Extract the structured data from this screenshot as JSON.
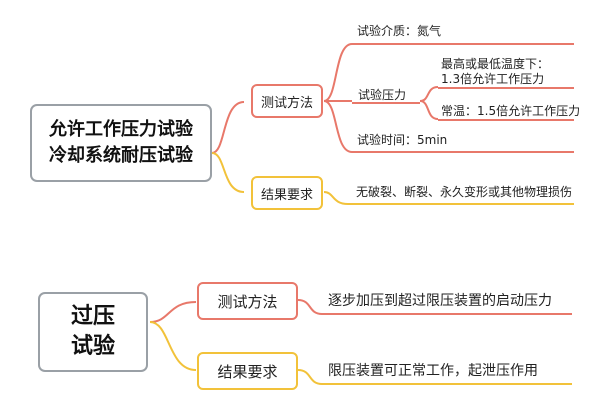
{
  "diagram1": {
    "root": {
      "line1": "允许工作压力试验",
      "line2": "冷却系统耐压试验"
    },
    "test_method": {
      "label": "测试方法",
      "medium": "试验介质：氮气",
      "pressure": {
        "label": "试验压力",
        "high_low_line1": "最高或最低温度下：",
        "high_low_line2": "1.3倍允许工作压力",
        "normal": "常温：1.5倍允许工作压力"
      },
      "time": "试验时间：5min"
    },
    "result": {
      "label": "结果要求",
      "text": "无破裂、断裂、永久变形或其他物理损伤"
    }
  },
  "diagram2": {
    "root": {
      "line1": "过压",
      "line2": "试验"
    },
    "test_method": {
      "label": "测试方法",
      "text": "逐步加压到超过限压装置的启动压力"
    },
    "result": {
      "label": "结果要求",
      "text": "限压装置可正常工作，起泄压作用"
    }
  },
  "colors": {
    "red": "#e8786a",
    "yellow": "#f2c23a",
    "gray": "#9aa0a6"
  }
}
